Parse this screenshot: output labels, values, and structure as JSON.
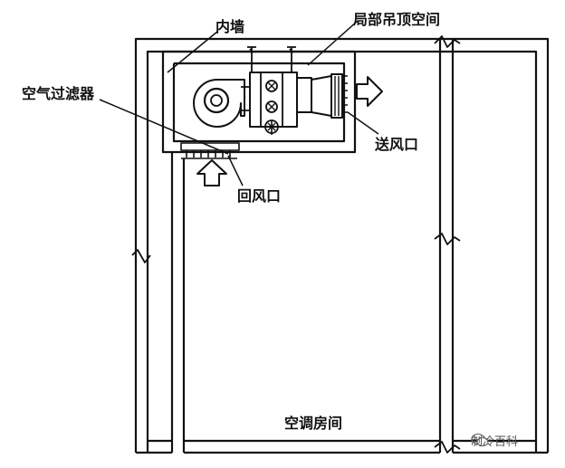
{
  "labels": {
    "inner_wall": "内墙",
    "ceiling_space": "局部吊顶空间",
    "air_filter": "空气过滤器",
    "supply_outlet": "送风口",
    "return_inlet": "回风口",
    "ac_room": "空调房间"
  },
  "watermark": {
    "text": "制冷百科",
    "icon": "wechat-icon"
  },
  "colors": {
    "line": "#111111",
    "background": "#ffffff"
  }
}
